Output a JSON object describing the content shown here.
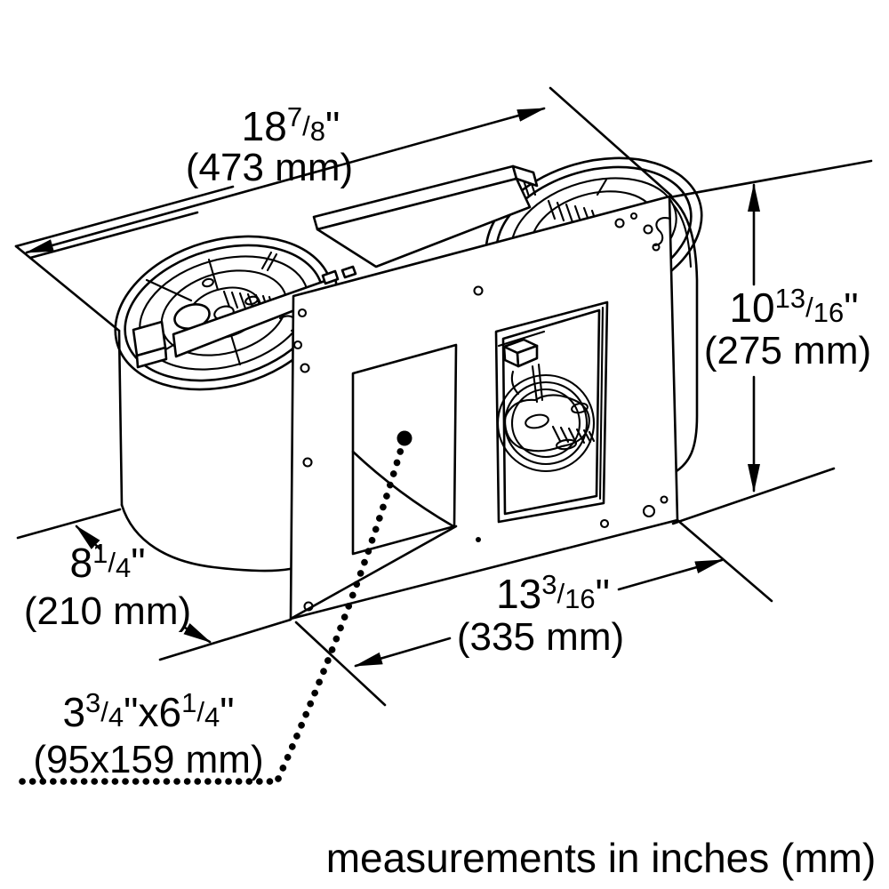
{
  "figure": {
    "kind": "technical-dimension-diagram",
    "subject": "dual blower ventilation unit",
    "caption": "measurements in inches (mm)",
    "line_color": "#000000",
    "background_color": "#ffffff",
    "dimensions": {
      "width": {
        "whole": "18",
        "numerator": "7",
        "slash": "/",
        "denominator": "8",
        "unit": "\"",
        "metric": "(473 mm)"
      },
      "height": {
        "whole": "10",
        "numerator": "13",
        "slash": "/",
        "denominator": "16",
        "unit": "\"",
        "metric": "(275 mm)"
      },
      "depth": {
        "whole": "8",
        "numerator": "1",
        "slash": "/",
        "denominator": "4",
        "unit": "\"",
        "metric": "(210 mm)"
      },
      "plate_width": {
        "whole": "13",
        "numerator": "3",
        "slash": "/",
        "denominator": "16",
        "unit": "\"",
        "metric": "(335 mm)"
      },
      "cutout": {
        "a_whole": "3",
        "a_numerator": "3",
        "slash": "/",
        "a_denominator": "4",
        "a_unit": "\"",
        "separator": "x",
        "b_whole": "6",
        "b_numerator": "1",
        "b_denominator": "4",
        "b_unit": "\"",
        "metric": "(95x159 mm)"
      }
    }
  }
}
